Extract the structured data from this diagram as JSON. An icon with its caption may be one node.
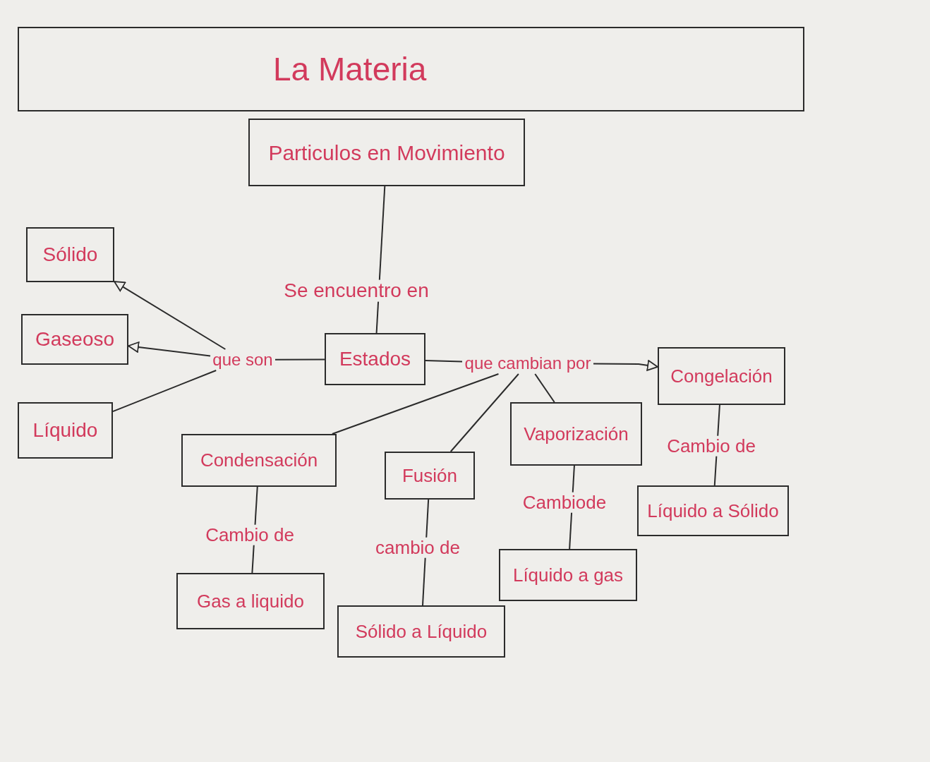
{
  "diagram": {
    "nodes": [
      {
        "text": [
          "La Materia"
        ]
      },
      {
        "text": [
          "Particulos en Movimiento"
        ]
      },
      {
        "text": [
          "Sólido"
        ]
      },
      {
        "text": [
          "Gaseoso"
        ]
      },
      {
        "text": [
          "Líquido"
        ]
      },
      {
        "text": [
          "que son"
        ]
      },
      {
        "text": [
          "Estados"
        ]
      },
      {
        "text": [
          "que cambian por"
        ]
      },
      {
        "text": [
          "Congelación"
        ]
      },
      {
        "text": [
          "Condensación"
        ]
      },
      {
        "text": [
          "Fusión"
        ]
      },
      {
        "text": [
          "Vaporización"
        ]
      },
      {
        "text": [
          "Líquido a Sólido"
        ]
      },
      {
        "text": [
          "Gas a liquido"
        ]
      },
      {
        "text": [
          "Sólido a Líquido"
        ]
      },
      {
        "text": [
          "Líquido a gas"
        ]
      }
    ],
    "edges": [
      {
        "from": 1,
        "to": 6,
        "arrow": "none",
        "label": "Se encuentro en"
      },
      {
        "from": 6,
        "to": 5,
        "arrow": "none"
      },
      {
        "from": 5,
        "to": 2,
        "arrow": "to"
      },
      {
        "from": 5,
        "to": 3,
        "arrow": "to"
      },
      {
        "from": 5,
        "to": 4,
        "arrow": "none"
      },
      {
        "from": 6,
        "to": 7,
        "arrow": "none"
      },
      {
        "from": 7,
        "to": 8,
        "arrow": "to"
      },
      {
        "from": 7,
        "to": 9,
        "arrow": "none"
      },
      {
        "from": 7,
        "to": 10,
        "arrow": "none"
      },
      {
        "from": 7,
        "to": 11,
        "arrow": "none"
      },
      {
        "from": 8,
        "to": 12,
        "arrow": "none",
        "label": "Cambio de"
      },
      {
        "from": 11,
        "to": 15,
        "arrow": "none",
        "label": "Cambiode"
      },
      {
        "from": 9,
        "to": 13,
        "arrow": "none",
        "label": "Cambio de"
      },
      {
        "from": 10,
        "to": 14,
        "arrow": "none",
        "label": "cambio de"
      }
    ]
  }
}
